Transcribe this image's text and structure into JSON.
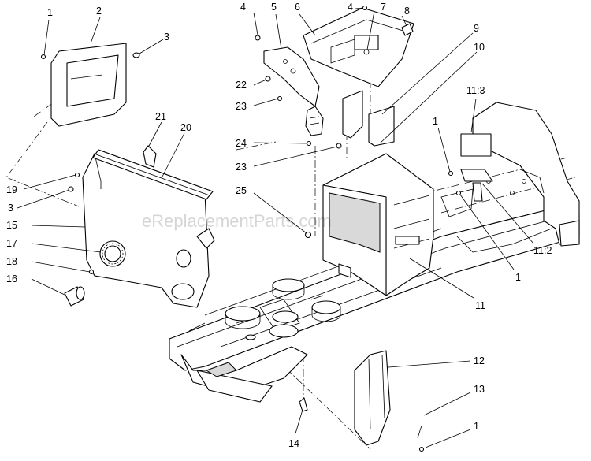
{
  "watermark": "eReplacementParts.com",
  "callouts": [
    {
      "id": "c1a",
      "text": "1"
    },
    {
      "id": "c2",
      "text": "2"
    },
    {
      "id": "c3a",
      "text": "3"
    },
    {
      "id": "c4a",
      "text": "4"
    },
    {
      "id": "c5",
      "text": "5"
    },
    {
      "id": "c6",
      "text": "6"
    },
    {
      "id": "c4b",
      "text": "4"
    },
    {
      "id": "c7",
      "text": "7"
    },
    {
      "id": "c8",
      "text": "8"
    },
    {
      "id": "c9",
      "text": "9"
    },
    {
      "id": "c10",
      "text": "10"
    },
    {
      "id": "c22",
      "text": "22"
    },
    {
      "id": "c23a",
      "text": "23"
    },
    {
      "id": "c24",
      "text": "24"
    },
    {
      "id": "c23b",
      "text": "23"
    },
    {
      "id": "c21",
      "text": "21"
    },
    {
      "id": "c20",
      "text": "20"
    },
    {
      "id": "c19",
      "text": "19"
    },
    {
      "id": "c3b",
      "text": "3"
    },
    {
      "id": "c15",
      "text": "15"
    },
    {
      "id": "c17",
      "text": "17"
    },
    {
      "id": "c18",
      "text": "18"
    },
    {
      "id": "c16",
      "text": "16"
    },
    {
      "id": "c25",
      "text": "25"
    },
    {
      "id": "c11_3",
      "text": "11:3"
    },
    {
      "id": "c1b",
      "text": "1"
    },
    {
      "id": "c11_2",
      "text": "11:2"
    },
    {
      "id": "c1c",
      "text": "1"
    },
    {
      "id": "c11",
      "text": "11"
    },
    {
      "id": "c12",
      "text": "12"
    },
    {
      "id": "c13",
      "text": "13"
    },
    {
      "id": "c1d",
      "text": "1"
    },
    {
      "id": "c14",
      "text": "14"
    }
  ]
}
